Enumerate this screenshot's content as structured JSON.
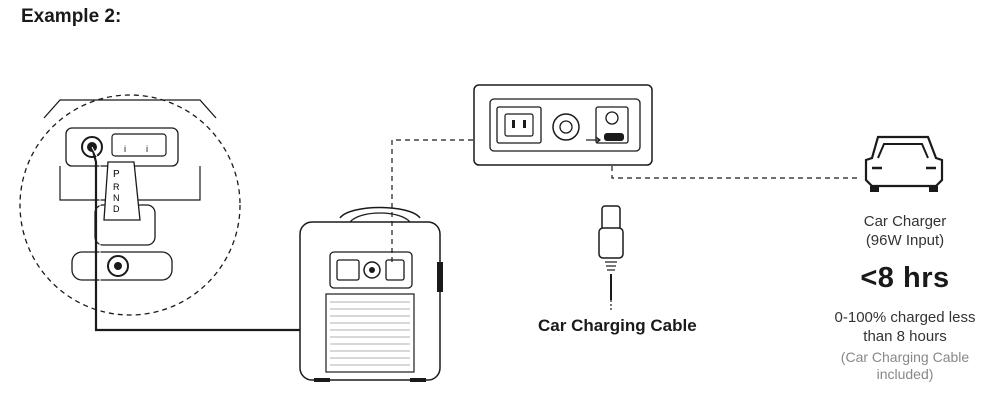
{
  "heading": "Example 2:",
  "cable_label": "Car Charging Cable",
  "charger": {
    "name_line1": "Car Charger",
    "name_line2": "(96W Input)",
    "time": "<8 hrs",
    "desc_line1": "0-100% charged less",
    "desc_line2": "than 8 hours",
    "note_line1": "(Car Charging Cable",
    "note_line2": "included)"
  },
  "icons": [
    "car-dashboard-socket",
    "portable-power-station",
    "input-panel-closeup",
    "car-connector-plug",
    "car-icon"
  ],
  "colors": {
    "line": "#1a1a1a",
    "note": "#888888"
  }
}
